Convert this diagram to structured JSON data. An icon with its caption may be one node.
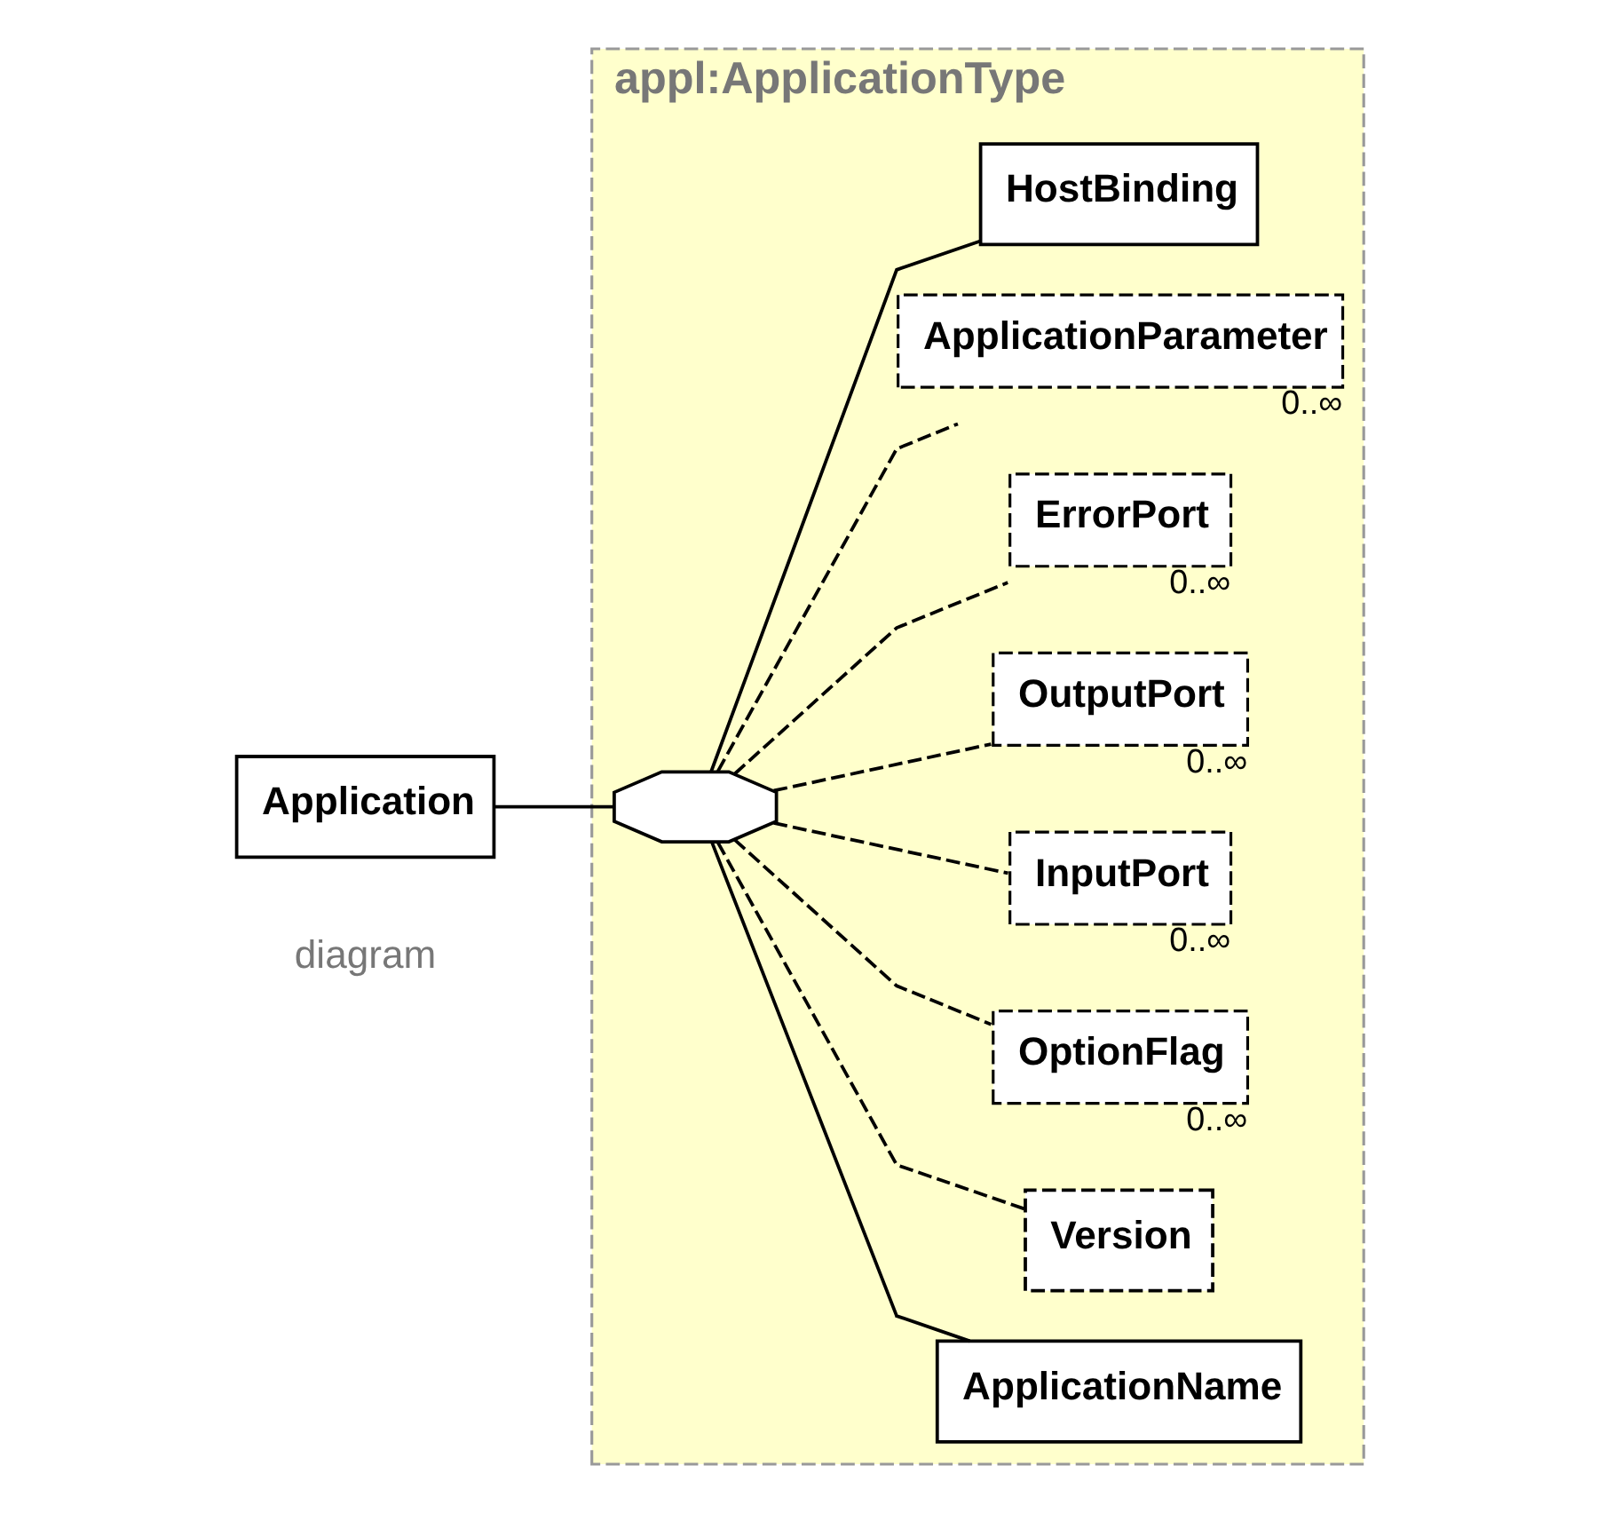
{
  "diagram": {
    "nodes": [
      {
        "text": [
          "appl:ApplicationType"
        ]
      },
      {
        "text": [
          "Application"
        ]
      },
      {
        "text": [],
        "shape": "octagon",
        "in": 0
      },
      {
        "text": [
          "ApplicationName"
        ],
        "in": 0
      },
      {
        "text": [
          "Version"
        ],
        "in": 0
      },
      {
        "text": [
          "OptionFlag"
        ],
        "beside": [
          "0..∞"
        ],
        "in": 0
      },
      {
        "text": [
          "InputPort"
        ],
        "beside": [
          "0..∞"
        ],
        "in": 0
      },
      {
        "text": [
          "OutputPort"
        ],
        "beside": [
          "0..∞"
        ],
        "in": 0
      },
      {
        "text": [
          "ErrorPort"
        ],
        "beside": [
          "0..∞"
        ],
        "in": 0
      },
      {
        "text": [
          "ApplicationParameter"
        ],
        "beside": [
          "0..∞"
        ],
        "in": 0
      },
      {
        "text": [
          "HostBinding"
        ],
        "in": 0
      }
    ],
    "edges": [
      {
        "from": 1,
        "to": 2,
        "arrow": "none"
      },
      {
        "from": 2,
        "to": 3,
        "arrow": "none"
      },
      {
        "from": 2,
        "to": 4,
        "arrow": "none",
        "style": "dashed"
      },
      {
        "from": 2,
        "to": 5,
        "arrow": "none",
        "style": "dashed"
      },
      {
        "from": 2,
        "to": 6,
        "arrow": "none",
        "style": "dashed"
      },
      {
        "from": 2,
        "to": 7,
        "arrow": "none",
        "style": "dashed"
      },
      {
        "from": 2,
        "to": 8,
        "arrow": "none",
        "style": "dashed"
      },
      {
        "from": 2,
        "to": 9,
        "arrow": "none",
        "style": "dashed"
      },
      {
        "from": 2,
        "to": 10,
        "arrow": "none"
      }
    ],
    "labels": [
      "diagram"
    ]
  }
}
